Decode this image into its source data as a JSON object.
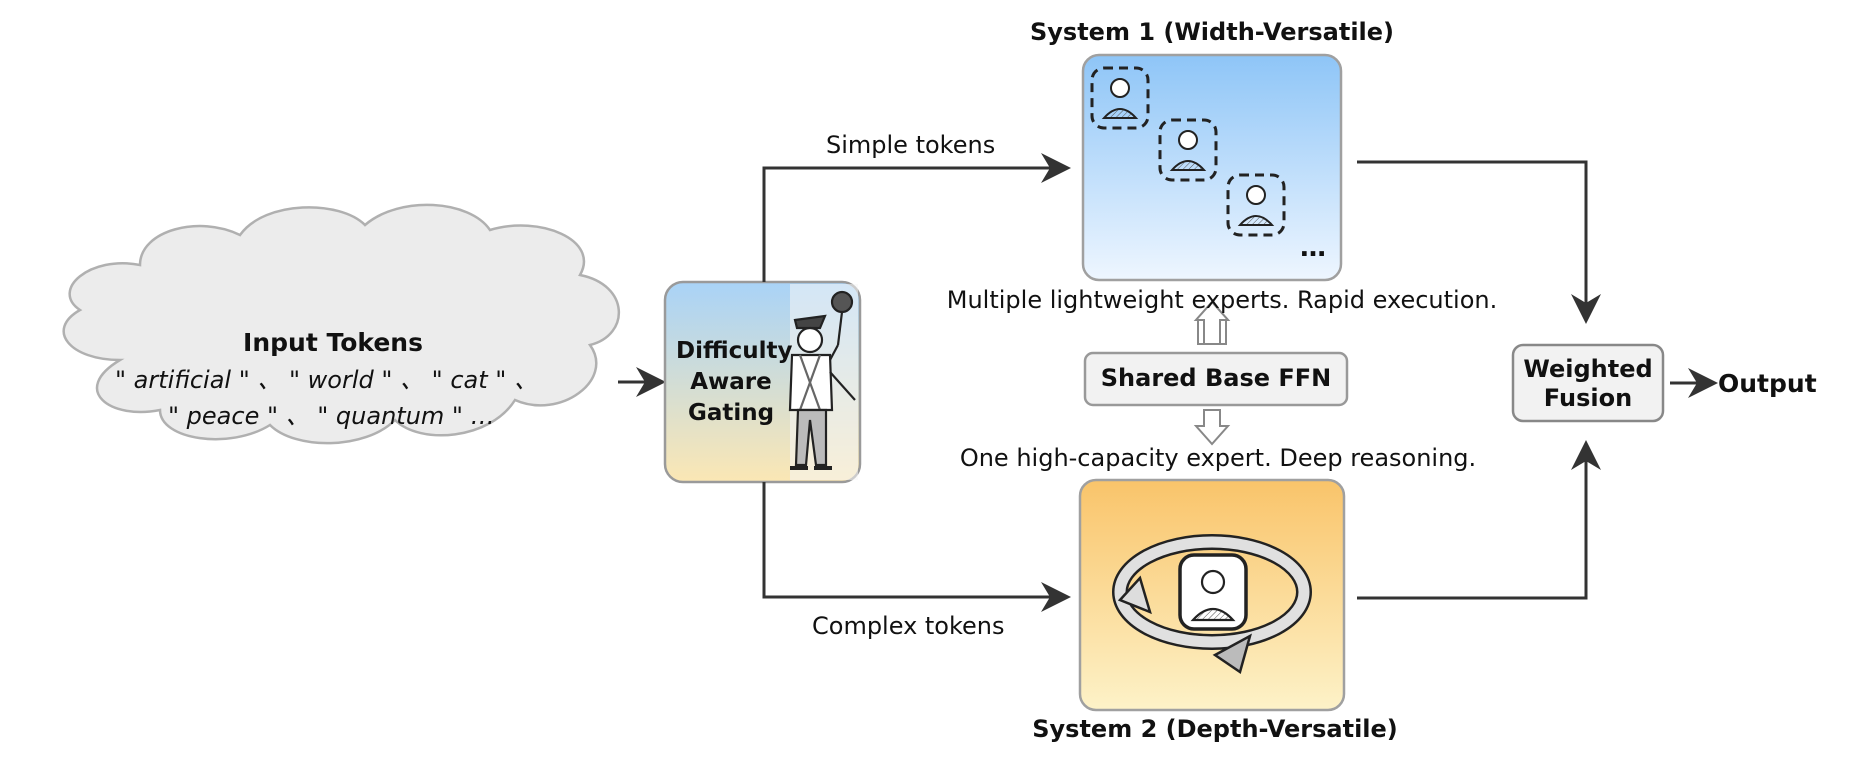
{
  "input": {
    "title": "Input Tokens",
    "tokens_line1": "\" artificial \"   、  \" world \"   、  \" cat \"   、",
    "tokens_line2": "\" peace \"   、  \" quantum \"    …"
  },
  "gating": {
    "label": "Difficulty\nAware\nGating"
  },
  "system1": {
    "title": "System 1 (Width-Versatile)",
    "caption": "Multiple lightweight experts. Rapid execution.",
    "ellipsis": "…"
  },
  "system2": {
    "title": "System 2 (Depth-Versatile)",
    "caption": "One high-capacity expert. Deep reasoning."
  },
  "shared": {
    "label": "Shared Base FFN"
  },
  "routes": {
    "simple": "Simple tokens",
    "complex": "Complex tokens"
  },
  "fusion": {
    "label": "Weighted\nFusion"
  },
  "output": {
    "label": "Output"
  },
  "colors": {
    "line": "#333333",
    "box_border": "#999999",
    "sys1_top": "#8ec5f7",
    "sys1_bottom": "#eef6ff",
    "sys2_top": "#f9c46a",
    "sys2_bottom": "#fdf0c4",
    "cloud_fill": "#ececec",
    "cloud_border": "#b0b0b0",
    "box_fill": "#f2f2f2"
  }
}
